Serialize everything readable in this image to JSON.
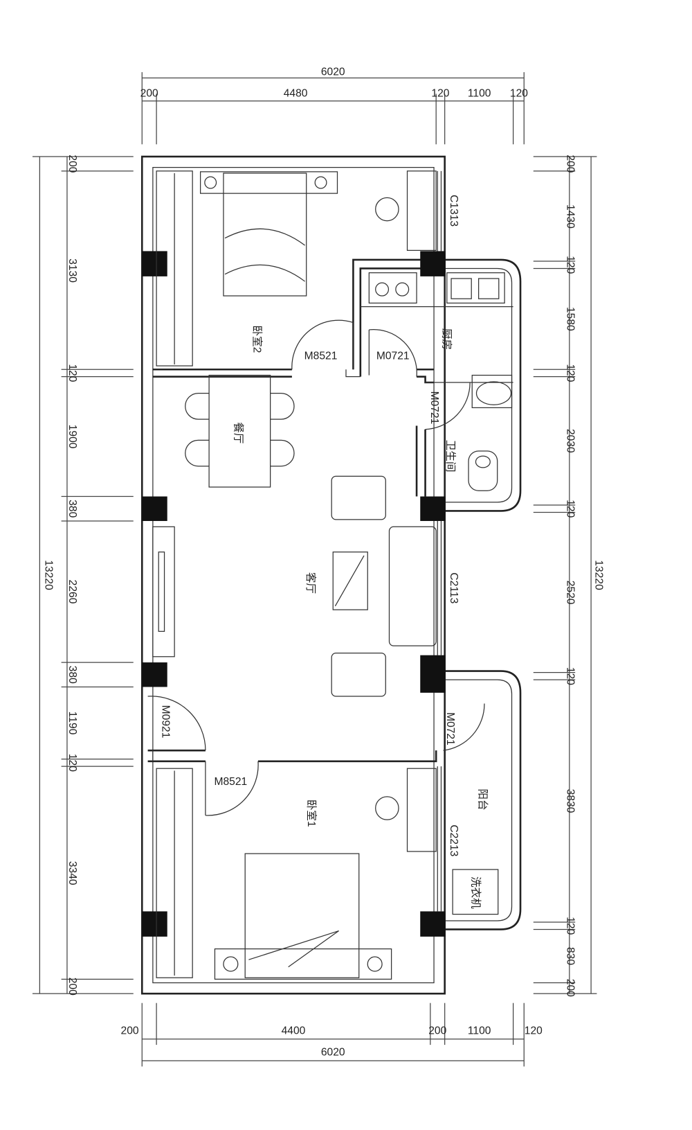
{
  "dimensions": {
    "top_total": "6020",
    "top_segments": [
      "200",
      "4480",
      "120",
      "1100",
      "120"
    ],
    "bottom_total": "6020",
    "bottom_segments": [
      "200",
      "4400",
      "200",
      "1100",
      "120"
    ],
    "left_total": "13220",
    "left_segments": [
      "200",
      "3130",
      "120",
      "1900",
      "380",
      "2260",
      "380",
      "1190",
      "120",
      "3340",
      "200"
    ],
    "right_total": "13220",
    "right_segments": [
      "200",
      "1430",
      "120",
      "1580",
      "120",
      "2030",
      "120",
      "2520",
      "120",
      "3830",
      "120",
      "830",
      "200"
    ]
  },
  "rooms": {
    "bedroom2": "卧室2",
    "kitchen": "厨房",
    "dining": "餐厅",
    "bathroom": "卫生间",
    "living": "客厅",
    "bedroom1": "卧室1",
    "balcony": "阳台",
    "washer": "洗衣机"
  },
  "openings": {
    "window_bed2": "C1313",
    "door_bed2": "M8521",
    "door_kitchen": "M0721",
    "door_bath": "M0721",
    "window_living": "C2113",
    "door_entry": "M0921",
    "door_balcony": "M0721",
    "door_bed1": "M8521",
    "window_bed1": "C2213"
  }
}
